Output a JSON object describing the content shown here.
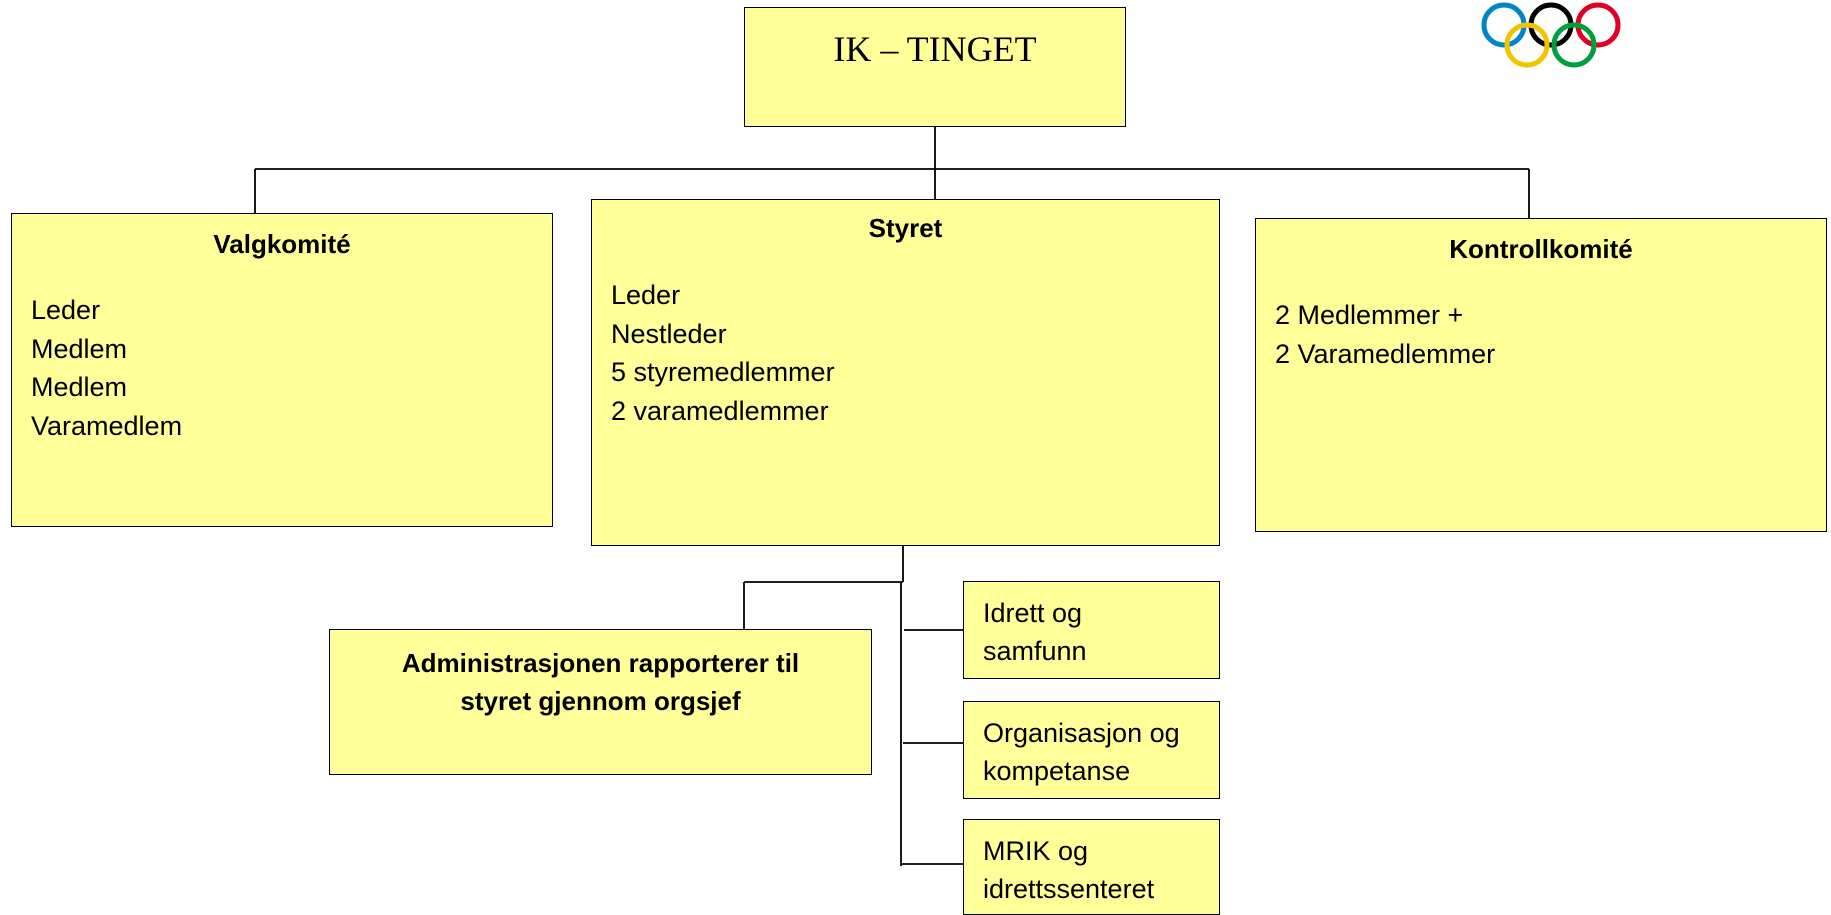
{
  "diagram": {
    "root": {
      "title": "IK – TINGET"
    },
    "valgkomite": {
      "title": "Valgkomité",
      "lines": [
        "Leder",
        "Medlem",
        "Medlem",
        "Varamedlem"
      ]
    },
    "styret": {
      "title": "Styret",
      "lines": [
        "Leder",
        "Nestleder",
        "5 styremedlemmer",
        "2 varamedlemmer"
      ]
    },
    "kontrollkomite": {
      "title": "Kontrollkomité",
      "lines": [
        "2 Medlemmer +",
        "2 Varamedlemmer"
      ]
    },
    "administrasjon": {
      "lines": [
        "Administrasjonen rapporterer til",
        "styret gjennom  orgsjef"
      ]
    },
    "committees": [
      {
        "lines": [
          "Idrett og",
          "samfunn"
        ]
      },
      {
        "lines": [
          "Organisasjon og",
          "kompetanse"
        ]
      },
      {
        "lines": [
          "MRIK og",
          "idrettssenteret"
        ]
      }
    ],
    "logo": {
      "name": "olympic-rings",
      "colors": [
        "#0085c7",
        "#000000",
        "#df0024",
        "#f4c300",
        "#009f3d"
      ]
    }
  }
}
